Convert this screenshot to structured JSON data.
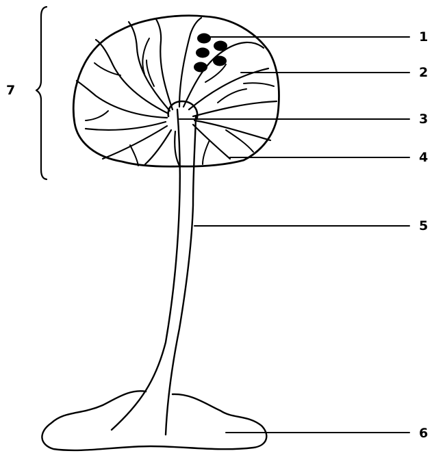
{
  "diagram": {
    "ink_color": "#000000",
    "background": "#ffffff",
    "labels": [
      {
        "id": "1",
        "text": "1"
      },
      {
        "id": "2",
        "text": "2"
      },
      {
        "id": "3",
        "text": "3"
      },
      {
        "id": "4",
        "text": "4"
      },
      {
        "id": "5",
        "text": "5"
      },
      {
        "id": "6",
        "text": "6"
      },
      {
        "id": "7",
        "text": "7"
      }
    ]
  }
}
